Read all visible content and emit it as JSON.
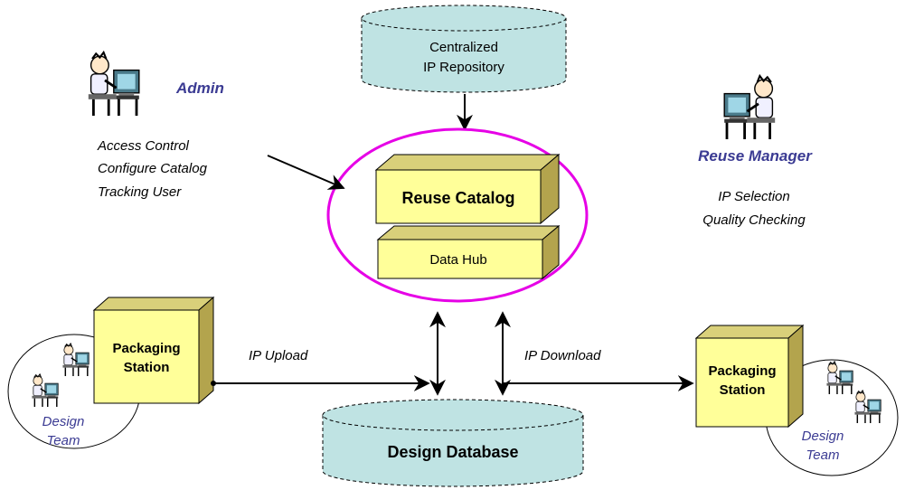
{
  "repository": {
    "line1": "Centralized",
    "line2": "IP Repository"
  },
  "catalog": {
    "label": "Reuse Catalog"
  },
  "hub": {
    "label": "Data Hub"
  },
  "database": {
    "label": "Design Database"
  },
  "admin": {
    "title": "Admin",
    "duties": [
      "Access Control",
      "Configure Catalog",
      "Tracking User"
    ]
  },
  "manager": {
    "title": "Reuse Manager",
    "duties": [
      "IP Selection",
      "Quality Checking"
    ]
  },
  "left_station": {
    "line1": "Packaging",
    "line2": "Station"
  },
  "right_station": {
    "line1": "Packaging",
    "line2": "Station"
  },
  "left_team": {
    "line1": "Design",
    "line2": "Team"
  },
  "right_team": {
    "line1": "Design",
    "line2": "Team"
  },
  "flows": {
    "upload": "IP Upload",
    "download": "IP Download"
  },
  "colors": {
    "cylinder": "#bfe3e3",
    "box_front": "#ffff99",
    "box_side": "#c7b85c",
    "ellipse": "#e600e6",
    "role_text": "#3b3b93"
  }
}
